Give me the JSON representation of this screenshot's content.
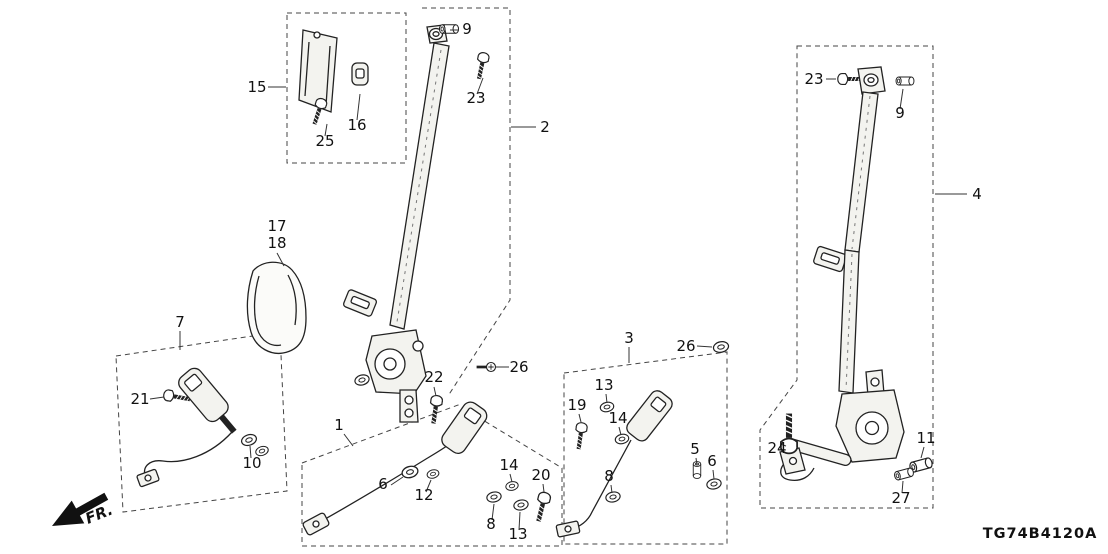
{
  "diagram": {
    "part_code": "TG74B4120A",
    "fr_label": "FR.",
    "colors": {
      "line": "#222222",
      "background": "#ffffff"
    },
    "callouts": {
      "c1": "1",
      "c2": "2",
      "c3": "3",
      "c4": "4",
      "c5": "5",
      "c6a": "6",
      "c6b": "6",
      "c7": "7",
      "c8a": "8",
      "c8b": "8",
      "c9a": "9",
      "c9b": "9",
      "c10": "10",
      "c11": "11",
      "c12": "12",
      "c13a": "13",
      "c13b": "13",
      "c14a": "14",
      "c14b": "14",
      "c15": "15",
      "c16": "16",
      "c17": "17",
      "c18": "18",
      "c19": "19",
      "c20": "20",
      "c21": "21",
      "c22": "22",
      "c23a": "23",
      "c23b": "23",
      "c24": "24",
      "c25": "25",
      "c26a": "26",
      "c26b": "26",
      "c27": "27"
    }
  }
}
